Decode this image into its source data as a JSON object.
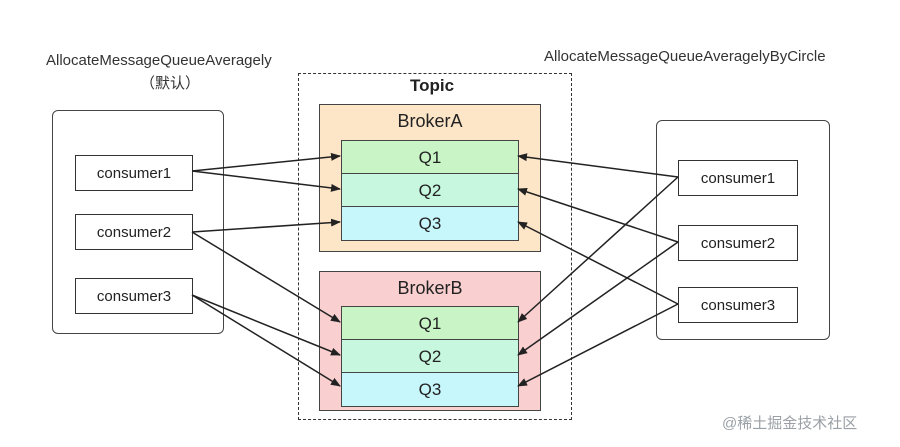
{
  "left_strategy": {
    "title": "AllocateMessageQueueAveragely",
    "subtitle": "（默认）"
  },
  "right_strategy": {
    "title": "AllocateMessageQueueAveragelyByCircle"
  },
  "left_consumers": [
    "consumer1",
    "consumer2",
    "consumer3"
  ],
  "right_consumers": [
    "consumer1",
    "consumer2",
    "consumer3"
  ],
  "topic": {
    "label": "Topic"
  },
  "brokers": [
    {
      "name": "BrokerA",
      "fill": "#fde5c8",
      "queues": [
        "Q1",
        "Q2",
        "Q3"
      ]
    },
    {
      "name": "BrokerB",
      "fill": "#f9cfcf",
      "queues": [
        "Q1",
        "Q2",
        "Q3"
      ]
    }
  ],
  "queue_colors": [
    "#c9f5c6",
    "#c8f7e0",
    "#c8f7fb"
  ],
  "watermark": "@稀土掘金技术社区"
}
